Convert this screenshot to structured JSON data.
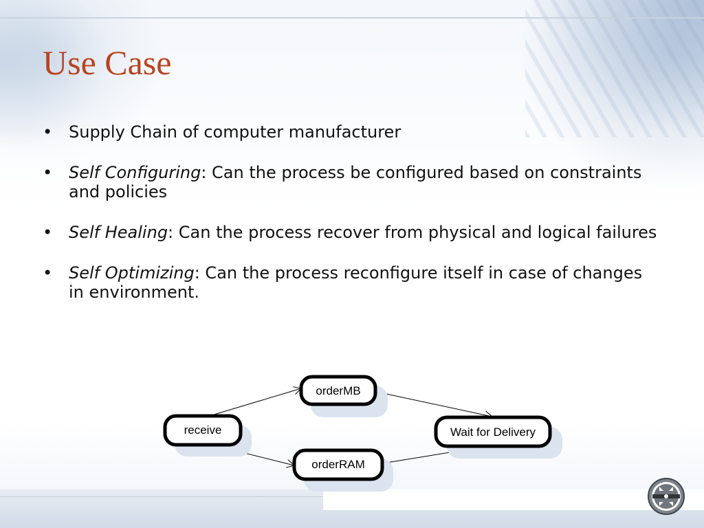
{
  "slide": {
    "title": "Use Case",
    "bullets": [
      {
        "term": "",
        "text": "Supply Chain of computer manufacturer"
      },
      {
        "term": "Self Configuring",
        "text": ": Can the process be configured based on constraints and policies"
      },
      {
        "term": "Self Healing",
        "text": ": Can the process recover from physical and logical failures"
      },
      {
        "term": "Self Optimizing",
        "text": ": Can the process reconfigure itself in case of changes in environment."
      }
    ]
  },
  "diagram": {
    "nodes": {
      "receive": "receive",
      "order_mb": "orderMB",
      "order_ram": "orderRAM",
      "wait": "Wait for Delivery"
    }
  },
  "colors": {
    "title": "#b8431f",
    "node_shadow": "#dbe3ef",
    "node_border": "#000000"
  },
  "icons": {
    "logo": "roundabout-logo-icon"
  }
}
